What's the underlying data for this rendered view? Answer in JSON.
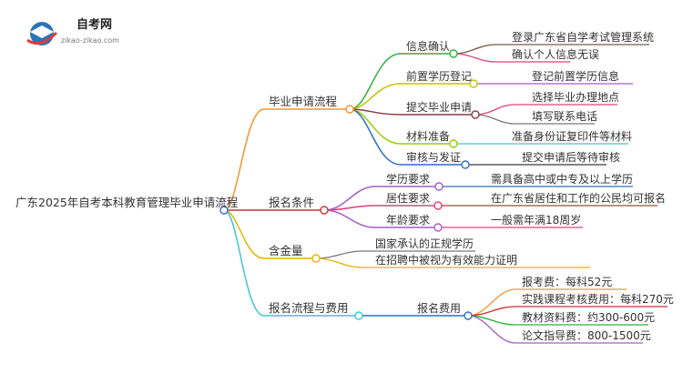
{
  "logo": {
    "name": "自考网",
    "url": "zikao-zikao.com"
  },
  "colors": {
    "orange": "#F0962E",
    "red": "#CC3333",
    "yellow": "#E7B400",
    "cyan": "#3CC6D6",
    "green": "#2FAF3A",
    "olive": "#C7C200",
    "plum": "#8A3A4A",
    "lime": "#9ACD00",
    "blue": "#2E6FC0",
    "purple": "#A45CC8",
    "pink": "#E0407A",
    "gray": "#7A7A7A",
    "dark": "#3A3A3A",
    "logoBlue": "#2C74B8",
    "logoRed": "#E03A3A"
  },
  "mindmap": {
    "root": "广东2025年自考本科教育管理毕业申请流程",
    "branches": [
      {
        "label": "毕业申请流程",
        "children": [
          {
            "label": "信息确认",
            "children": [
              "登录广东省自学考试管理系统",
              "确认个人信息无误"
            ]
          },
          {
            "label": "前置学历登记",
            "children": [
              "登记前置学历信息"
            ]
          },
          {
            "label": "提交毕业申请",
            "children": [
              "选择毕业办理地点",
              "填写联系电话"
            ]
          },
          {
            "label": "材料准备",
            "children": [
              "准备身份证复印件等材料"
            ]
          },
          {
            "label": "审核与发证",
            "children": [
              "提交申请后等待审核"
            ]
          }
        ]
      },
      {
        "label": "报名条件",
        "children": [
          {
            "label": "学历要求",
            "children": [
              "需具备高中或中专及以上学历"
            ]
          },
          {
            "label": "居住要求",
            "children": [
              "在广东省居住和工作的公民均可报名"
            ]
          },
          {
            "label": "年龄要求",
            "children": [
              "一般需年满18周岁"
            ]
          }
        ]
      },
      {
        "label": "含金量",
        "children": [
          {
            "label": "国家承认的正规学历",
            "children": []
          },
          {
            "label": "在招聘中被视为有效能力证明",
            "children": []
          }
        ]
      },
      {
        "label": "报名流程与费用",
        "children": [
          {
            "label": "报名费用",
            "children": [
              "报考费：每科52元",
              "实践课程考核费用：每科270元",
              "教材资料费：约300-600元",
              "论文指导费：800-1500元"
            ]
          }
        ]
      }
    ]
  }
}
